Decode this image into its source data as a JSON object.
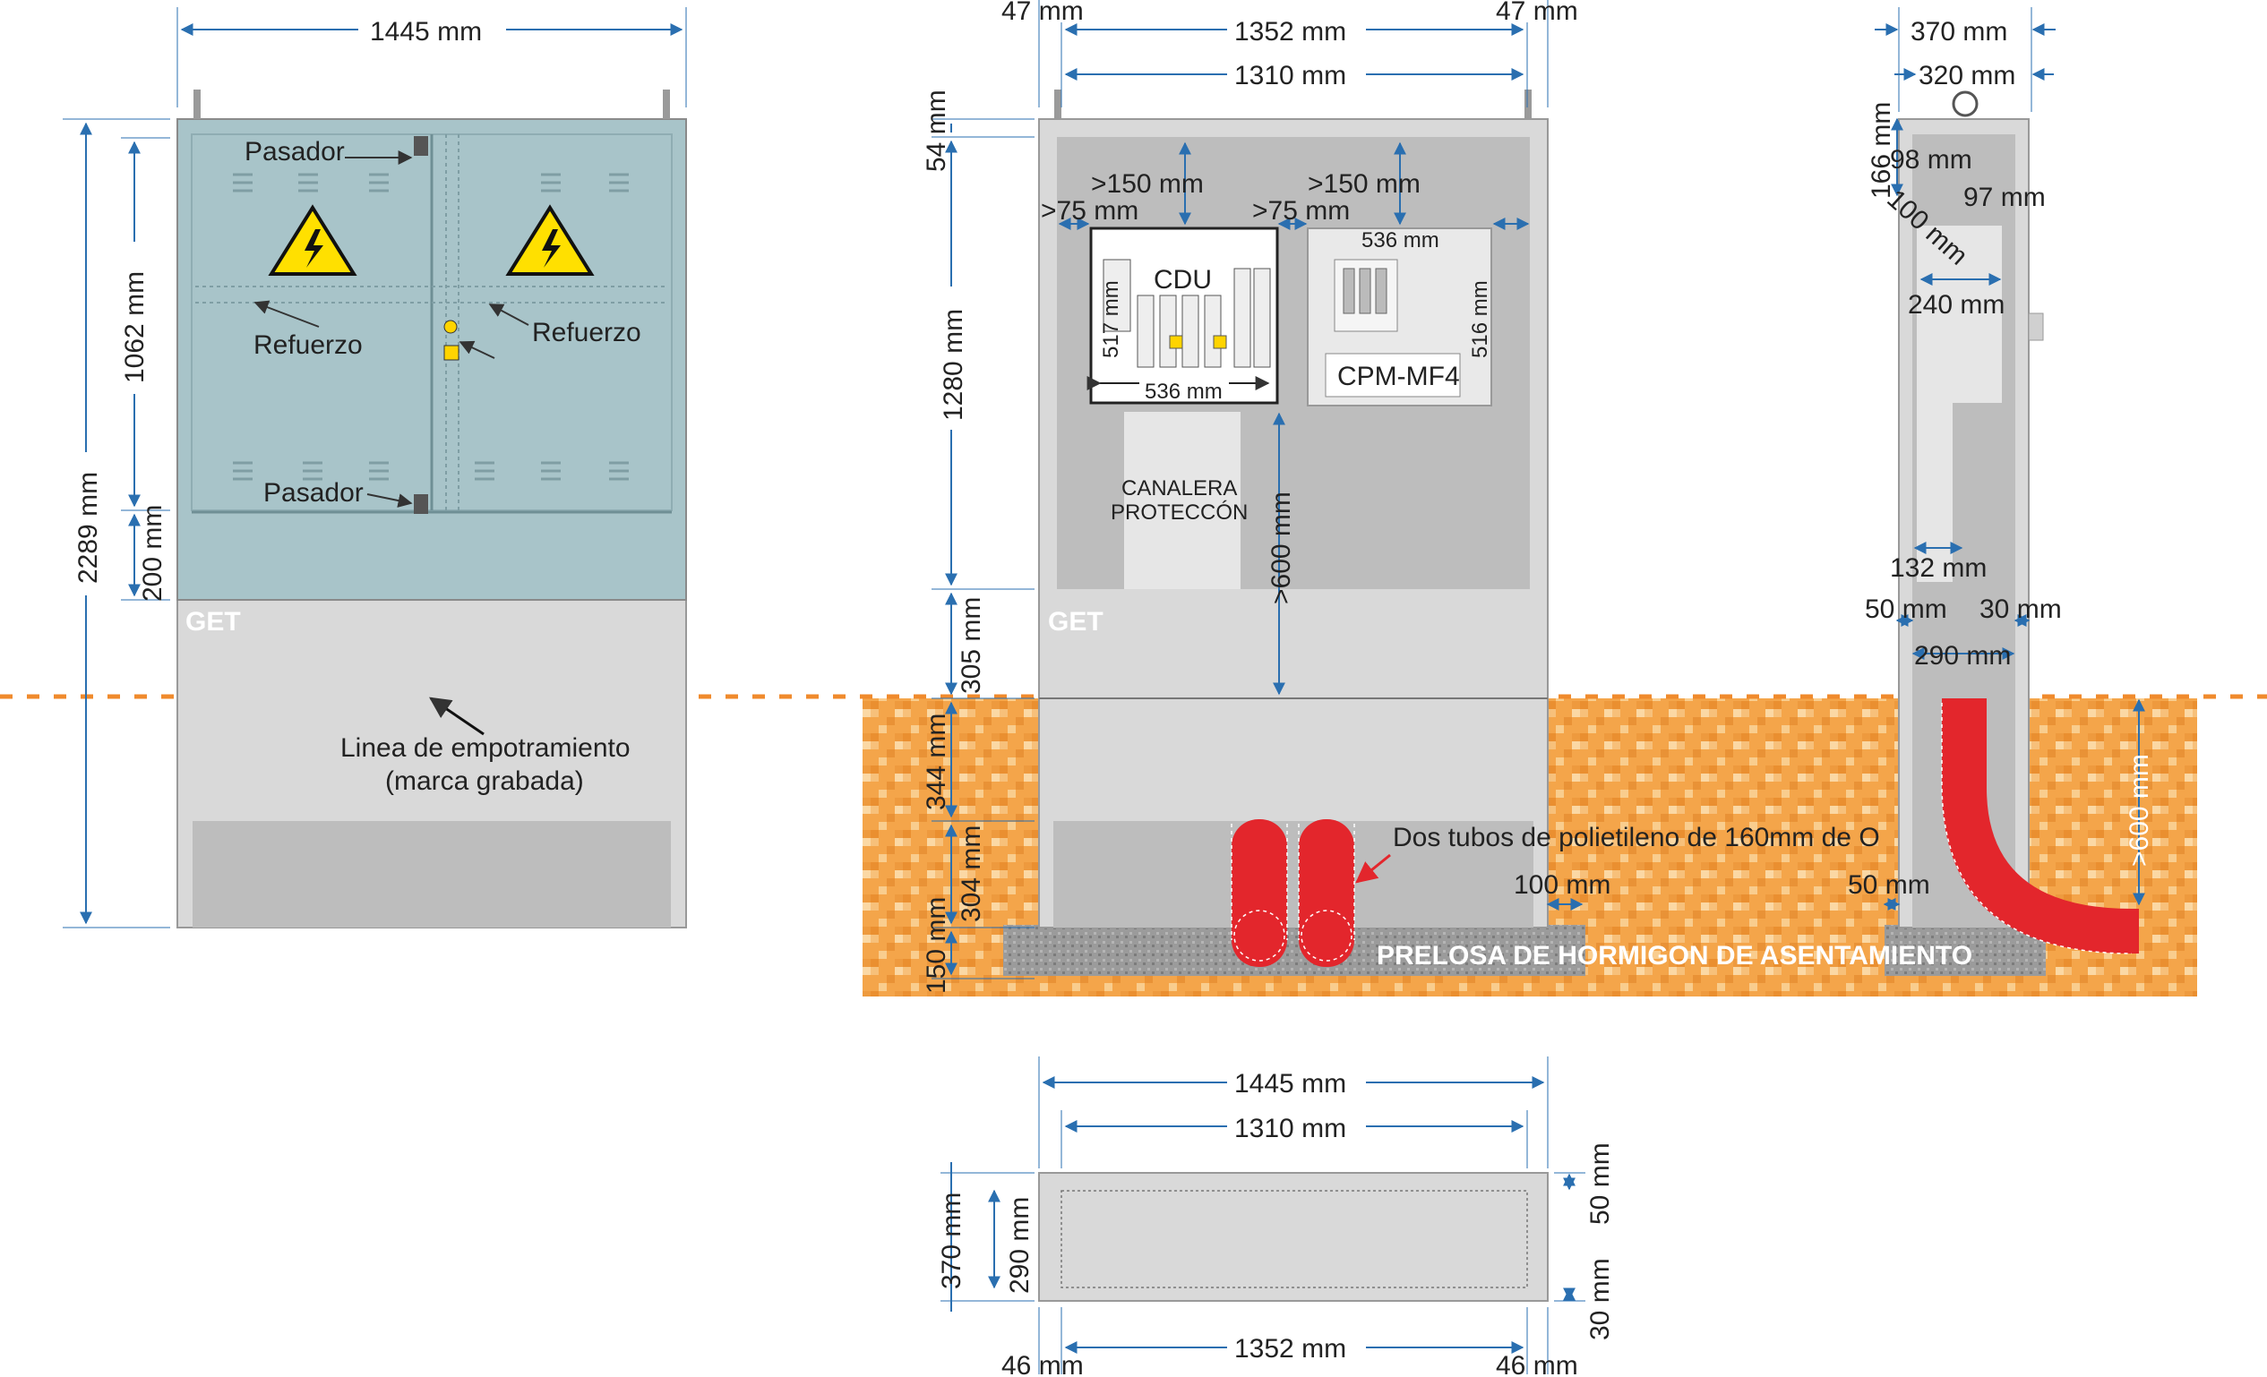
{
  "colors": {
    "door": "#a8c4c9",
    "door_frame": "#8fadb3",
    "concrete": "#d9d9d9",
    "concrete_dark": "#bdbdbd",
    "dim_line": "#2a6fb0",
    "soil": "#f2a64a",
    "embed_line": "#f08a2c",
    "tube": "#e3262c",
    "slab": "#9a9a9a"
  },
  "icons": [
    "high-voltage-warning-icon",
    "arrow-icon"
  ],
  "front_view": {
    "width": "1445 mm",
    "height_total": "2289 mm",
    "door_height": "1062 mm",
    "lower_panel": "200 mm",
    "pasador_top": "Pasador",
    "pasador_bottom": "Pasador",
    "refuerzo_left": "Refuerzo",
    "refuerzo_right": "Refuerzo",
    "brand": "GET",
    "embed_line_label_1": "Linea de empotramiento",
    "embed_line_label_2": "(marca grabada)"
  },
  "section_view": {
    "side_left": "47 mm",
    "overall": "1352 mm",
    "side_right": "47 mm",
    "inner": "1310 mm",
    "top": "54 mm",
    "compartment": "1280 mm",
    "base_above": "305 mm",
    "buried_1": "344 mm",
    "buried_2": "304 mm",
    "slab": "150 mm",
    "clear_top_left": ">150 mm",
    "clear_top_right": ">150 mm",
    "clear_side_left": ">75 mm",
    "clear_side_mid": ">75 mm",
    "cdu_label": "CDU",
    "cdu_height": "517 mm",
    "cdu_width": "536 mm",
    "cpm_label": "CPM-MF4",
    "cpm_width": "536 mm",
    "cpm_height": "516 mm",
    "channel_1": "CANALERA",
    "channel_2": "PROTECCÓN",
    "min_height": ">600 mm",
    "brand": "GET",
    "tubes_note": "Dos tubos de polietileno de 160mm de O",
    "gap": "100 mm",
    "slab_label": "PRELOSA DE HORMIGON DE ASENTAMIENTO"
  },
  "side_view": {
    "depth": "370 mm",
    "inner_depth": "320 mm",
    "top": "166 mm",
    "d98": "98 mm",
    "d97": "97 mm",
    "d100": "100 mm",
    "d240": "240 mm",
    "d132": "132 mm",
    "d50": "50 mm",
    "d30": "30 mm",
    "d290": "290 mm",
    "min_curve": ">600 mm",
    "base_gap": "50 mm"
  },
  "plan_view": {
    "outer": "1445 mm",
    "inner": "1310 mm",
    "depth": "370 mm",
    "inner_depth": "290 mm",
    "front_wall": "50 mm",
    "back_wall": "30 mm",
    "bottom_left": "46 mm",
    "bottom_width": "1352 mm",
    "bottom_right": "46 mm"
  }
}
